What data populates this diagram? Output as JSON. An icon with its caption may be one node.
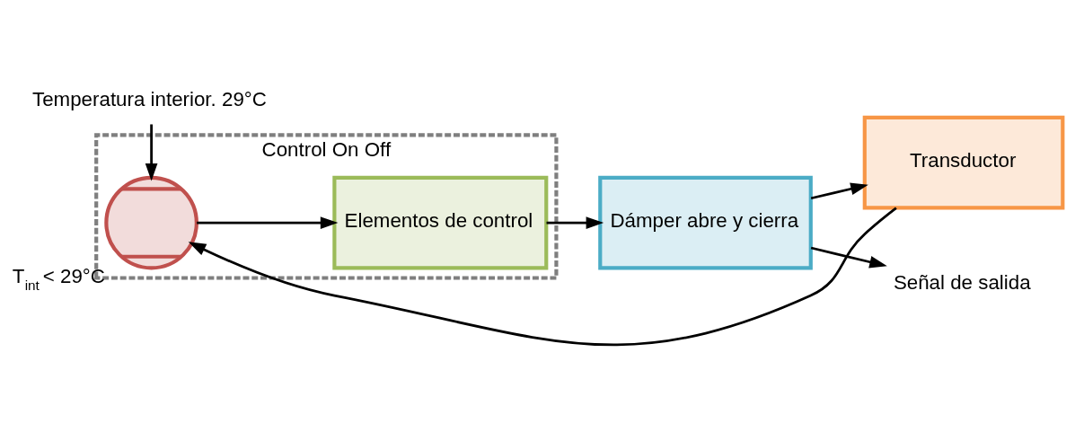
{
  "diagram": {
    "nodes": [
      {
        "text": [
          "Control On Off"
        ]
      },
      {
        "text": [],
        "shape": "circle",
        "in": 0,
        "beside": [
          "T$_{int}$ < 29°C"
        ]
      },
      {
        "text": [
          "Elementos de control"
        ],
        "in": 0
      },
      {
        "text": [
          "Dámper abre y cierra"
        ]
      },
      {
        "text": [
          "Transductor"
        ]
      },
      {
        "text": [
          "Temperatura interior. 29°C"
        ]
      },
      {
        "text": [
          "Señal de salida"
        ]
      }
    ],
    "edges": [
      {
        "from": 5,
        "to": 1,
        "arrow": "to"
      },
      {
        "from": 1,
        "to": 2,
        "arrow": "to"
      },
      {
        "from": 2,
        "to": 3,
        "arrow": "to"
      },
      {
        "from": 3,
        "to": 6,
        "arrow": "to"
      },
      {
        "from": 3,
        "to": 4,
        "arrow": "to"
      },
      {
        "from": 4,
        "to": 1,
        "arrow": "to"
      }
    ]
  }
}
